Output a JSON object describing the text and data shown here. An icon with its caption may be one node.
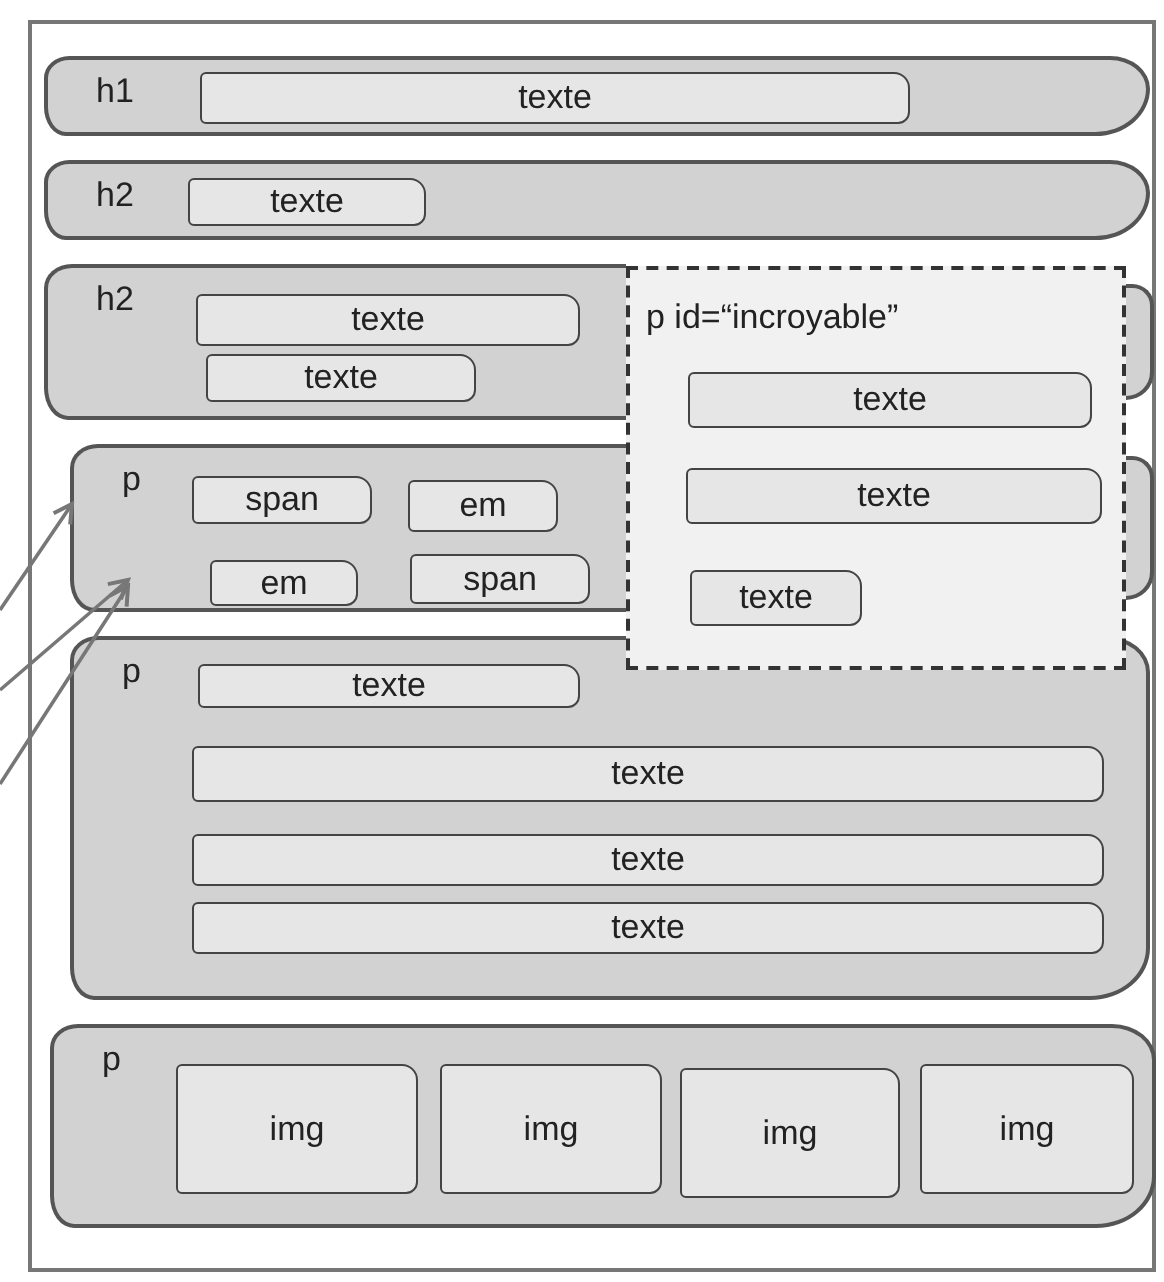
{
  "diagram": {
    "nodes": [
      {
        "text": [],
        "shape": "box"
      },
      {
        "text": [
          "h1"
        ],
        "in": 0
      },
      {
        "text": [
          "texte"
        ],
        "in": 1
      },
      {
        "text": [
          "h2"
        ],
        "in": 0
      },
      {
        "text": [
          "texte"
        ],
        "in": 3
      },
      {
        "text": [
          "h2"
        ],
        "in": 0
      },
      {
        "text": [
          "texte"
        ],
        "in": 5
      },
      {
        "text": [
          "texte"
        ],
        "in": 5
      },
      {
        "text": [
          "p id=“incroyable”"
        ],
        "in": 0
      },
      {
        "text": [
          "texte"
        ],
        "in": 8
      },
      {
        "text": [
          "texte"
        ],
        "in": 8
      },
      {
        "text": [
          "texte"
        ],
        "in": 8
      },
      {
        "text": [
          "p"
        ],
        "in": 0
      },
      {
        "text": [
          "span"
        ],
        "in": 12
      },
      {
        "text": [
          "em"
        ],
        "in": 12
      },
      {
        "text": [
          "em"
        ],
        "in": 12
      },
      {
        "text": [
          "span"
        ],
        "in": 12
      },
      {
        "text": [
          "p"
        ],
        "in": 0
      },
      {
        "text": [
          "texte"
        ],
        "in": 17
      },
      {
        "text": [
          "texte"
        ],
        "in": 17
      },
      {
        "text": [
          "texte"
        ],
        "in": 17
      },
      {
        "text": [
          "texte"
        ],
        "in": 17
      },
      {
        "text": [
          "p"
        ],
        "in": 0
      },
      {
        "text": [
          "img"
        ],
        "in": 22
      },
      {
        "text": [
          "img"
        ],
        "in": 22
      },
      {
        "text": [
          "img"
        ],
        "in": 22
      },
      {
        "text": [
          "img"
        ],
        "in": 22
      }
    ],
    "edges": [
      {
        "from": null,
        "to": 12,
        "arrow": "to"
      },
      {
        "from": null,
        "to": 12,
        "arrow": "to"
      },
      {
        "from": null,
        "to": 12,
        "arrow": "to"
      }
    ]
  }
}
